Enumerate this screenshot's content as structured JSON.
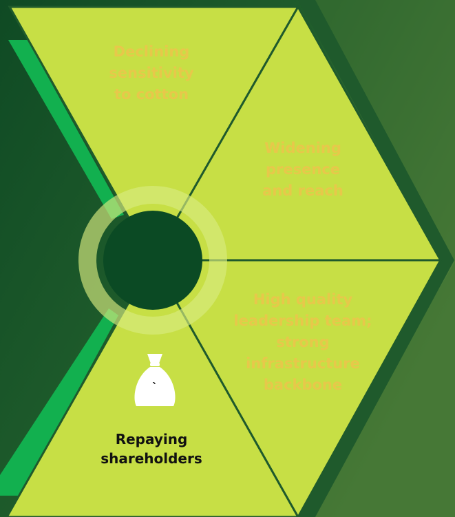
{
  "colors": {
    "background_dark": "#0f4a24",
    "background_light": "#4f7f3a",
    "segment_fill": "#c7df45",
    "segment_edge": "#1f5a2c",
    "accent_stripe": "#12b04f",
    "hub": "#0b4a24",
    "ring": "#d8eb80",
    "faint_text": "#e7c84a",
    "bag_icon": "#ffffff"
  },
  "hub": {
    "label": ""
  },
  "segments": [
    {
      "id": "top",
      "lines": [
        "Declining",
        "sensitivity",
        "to cotton"
      ],
      "highlighted": false
    },
    {
      "id": "upper-right",
      "lines": [
        "Widening",
        "presence",
        "and reach"
      ],
      "highlighted": false
    },
    {
      "id": "lower-right",
      "lines": [
        "High quality",
        "leadership team;",
        "strong",
        "infrastructure",
        "backbone"
      ],
      "highlighted": false
    },
    {
      "id": "bottom",
      "lines": [
        "Repaying",
        "shareholders"
      ],
      "highlighted": true,
      "icon": "money-bag-icon",
      "icon_mark": "`"
    }
  ]
}
